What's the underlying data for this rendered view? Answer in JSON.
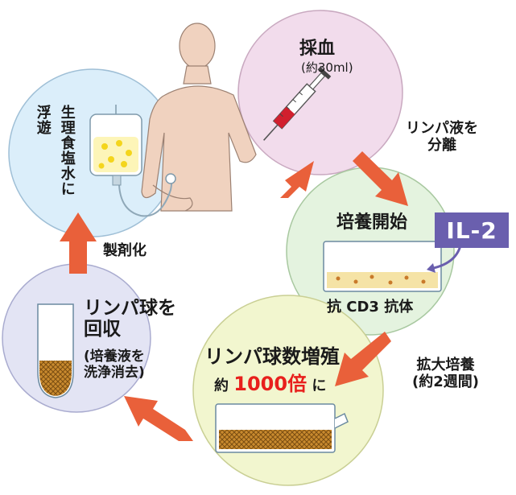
{
  "colors": {
    "blood_circle": "#f2dcec",
    "saline_circle": "#dbeefa",
    "culture_circle": "#e4f3df",
    "expand_circle": "#f2f6cf",
    "collect_circle": "#e3e4f4",
    "arrow": "#e9603a",
    "il2_badge": "#6a5fae",
    "highlight": "#e8201c"
  },
  "steps": {
    "blood_collection": {
      "title": "採血",
      "volume": "(約30ml)"
    },
    "separate": "リンパ液を\n分離",
    "culture_start": {
      "title": "培養開始",
      "antibody": "抗 CD3 抗体",
      "cytokine": "IL-2"
    },
    "expand_culture": "拡大培養\n(約2週間)",
    "proliferation": {
      "title": "リンパ球数増殖",
      "prefix": "約",
      "multiplier": "1000倍",
      "suffix": "に"
    },
    "collect": {
      "title": "リンパ球を\n回収",
      "note": "(培養液を\n洗浄消去)"
    },
    "formulate": "製剤化",
    "saline": {
      "line1": "生理食塩水に",
      "line2": "浮遊"
    }
  }
}
